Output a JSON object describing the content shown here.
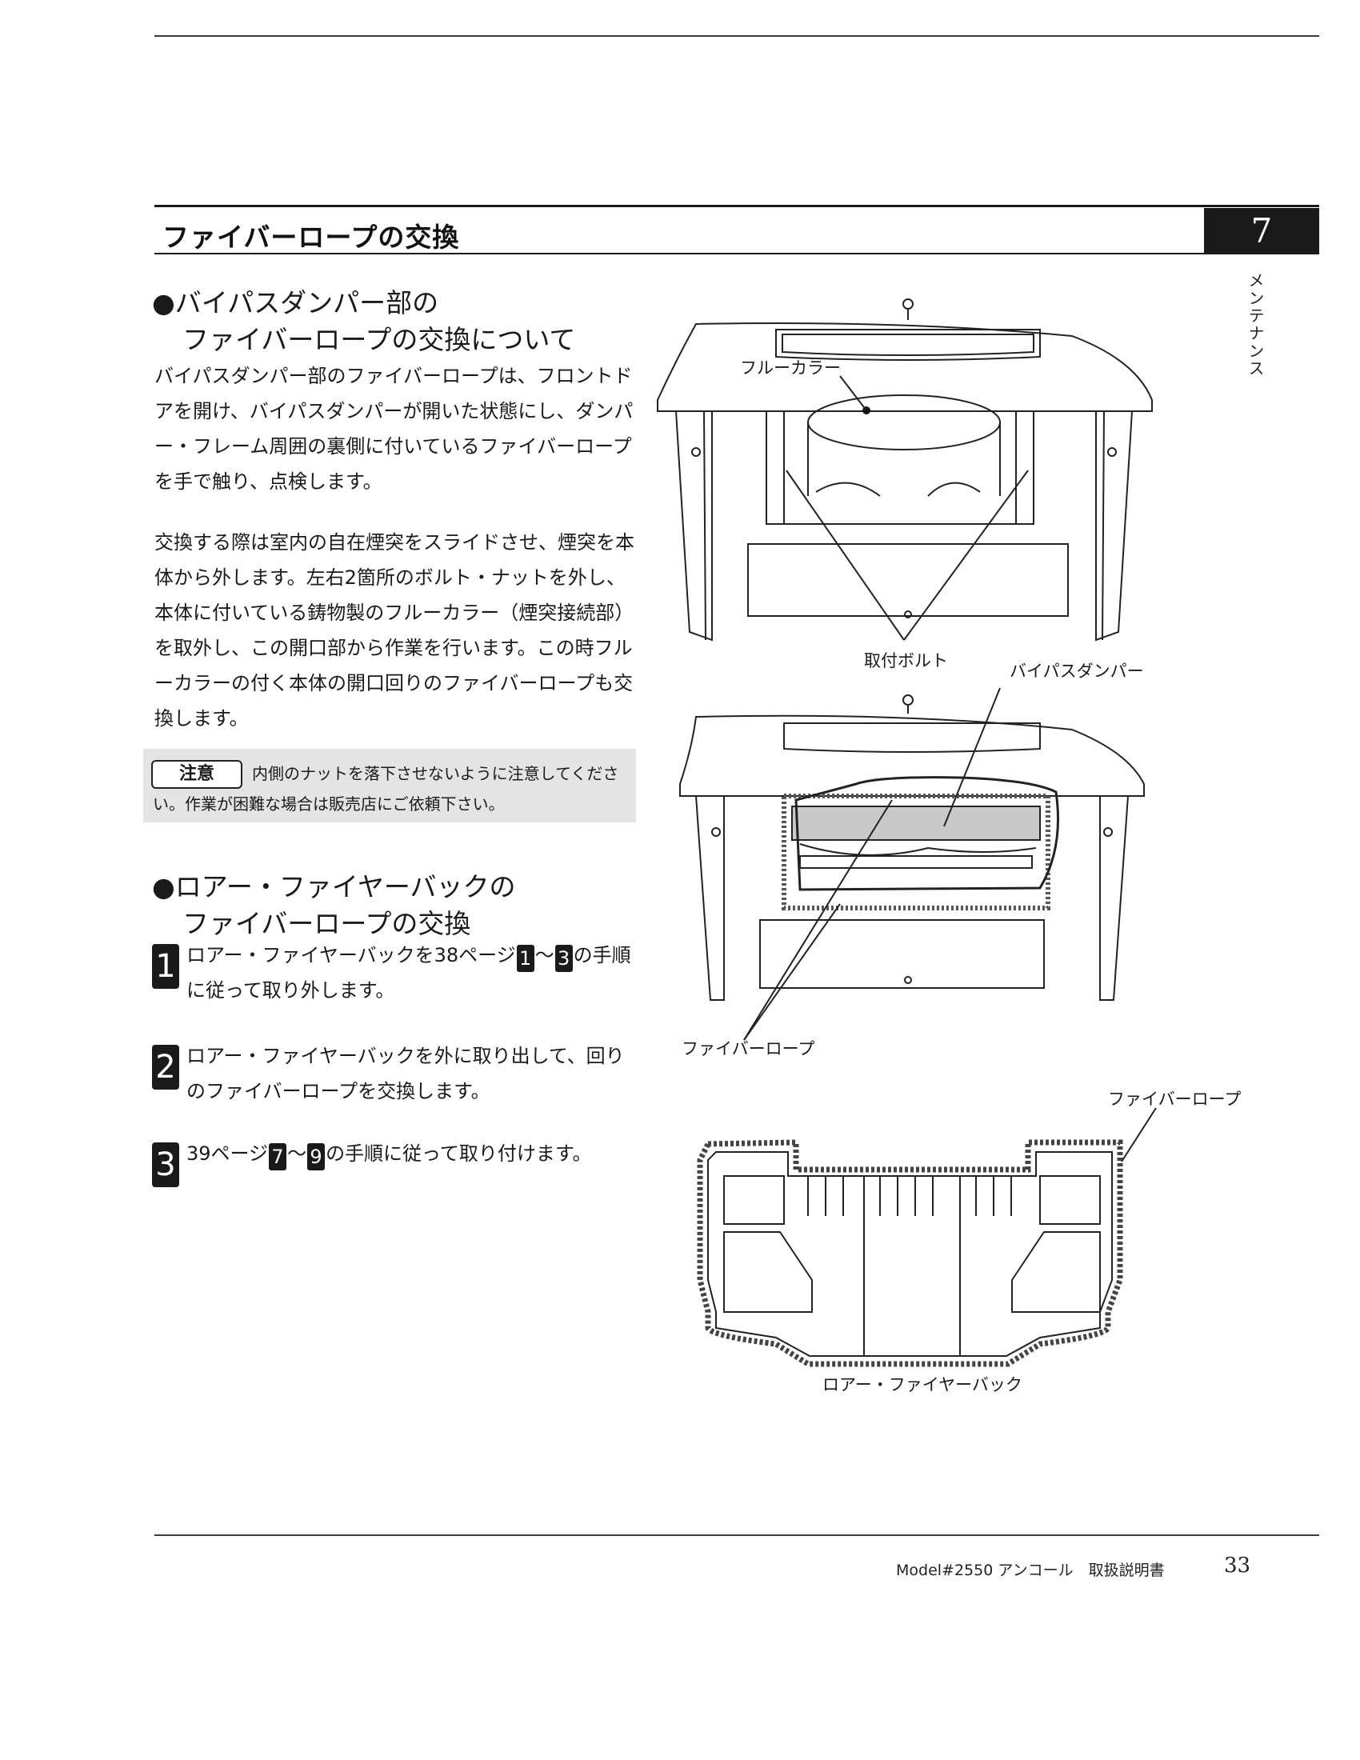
{
  "header": {
    "section_title": "ファイバーロープの交換",
    "chapter_number": "7",
    "side_label": "メンテナンス"
  },
  "bypass": {
    "heading_line1": "●バイパスダンパー部の",
    "heading_line2": "ファイバーロープの交換について",
    "paragraph1": "バイパスダンパー部のファイバーロープは、フロントドアを開け、バイパスダンパーが開いた状態にし、ダンパー・フレーム周囲の裏側に付いているファイバーロープを手で触り、点検します。",
    "paragraph2": "交換する際は室内の自在煙突をスライドさせ、煙突を本体から外します。左右2箇所のボルト・ナットを外し、本体に付いている鋳物製のフルーカラー（煙突接続部）を取外し、この開口部から作業を行います。この時フルーカラーの付く本体の開口回りのファイバーロープも交換します。"
  },
  "caution": {
    "label": "注意",
    "text": "内側のナットを落下させないように注意してください。作業が困難な場合は販売店にご依頼下さい。"
  },
  "lower": {
    "heading_line1": "●ロアー・ファイヤーバックの",
    "heading_line2": "ファイバーロープの交換",
    "steps": [
      {
        "num": "1",
        "pre": "ロアー・ファイヤーバックを38ページ",
        "ref_a": "1",
        "sep": "〜",
        "ref_b": "3",
        "post": "の手順に従って取り外します。"
      },
      {
        "num": "2",
        "text": "ロアー・ファイヤーバックを外に取り出して、回りのファイバーロープを交換します。"
      },
      {
        "num": "3",
        "pre": "39ページ",
        "ref_a": "7",
        "sep": "〜",
        "ref_b": "9",
        "post": "の手順に従って取り付けます。"
      }
    ]
  },
  "figure_labels": {
    "flue_collar": "フルーカラー",
    "mounting_bolt": "取付ボルト",
    "bypass_damper": "バイパスダンパー",
    "fiber_rope_1": "ファイバーロープ",
    "fiber_rope_2": "ファイバーロープ",
    "lower_fireback": "ロアー・ファイヤーバック"
  },
  "footer": {
    "manual_title": "Model#2550 アンコール　取扱説明書",
    "page_number": "33"
  }
}
